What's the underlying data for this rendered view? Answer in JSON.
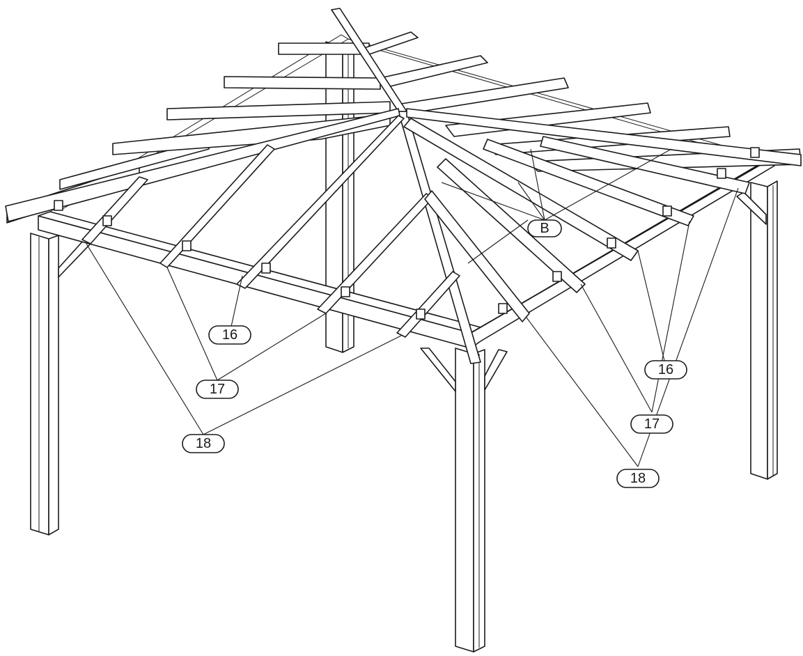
{
  "diagram": {
    "line_color": "#1a1a1a",
    "background": "#ffffff",
    "callouts": {
      "b": "B",
      "c16_left": "16",
      "c17_left": "17",
      "c18_left": "18",
      "c16_right": "16",
      "c17_right": "17",
      "c18_right": "18"
    }
  }
}
